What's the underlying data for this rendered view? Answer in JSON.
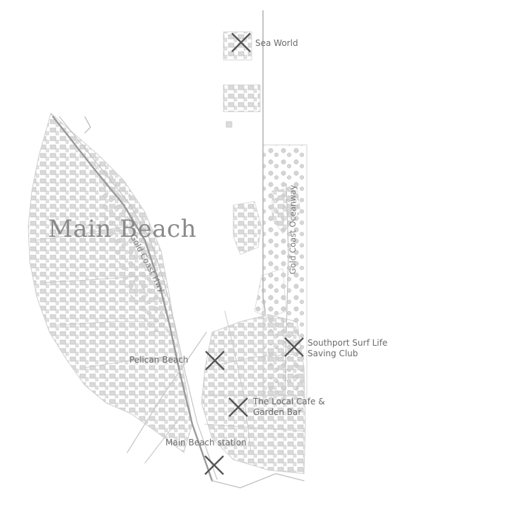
{
  "map": {
    "area_label": "Main Beach",
    "roads": [
      {
        "id": "gold-coast-hwy",
        "name": "Gold Coast Hwy"
      },
      {
        "id": "gold-coast-oceanway",
        "name": "Gold Coast Oceanway"
      }
    ],
    "places": [
      {
        "id": "sea-world",
        "lines": [
          "Sea World"
        ]
      },
      {
        "id": "southport-surf-life-saving-club",
        "lines": [
          "Southport Surf Life",
          "Saving Club"
        ]
      },
      {
        "id": "pelican-beach",
        "lines": [
          "Pelican Beach"
        ]
      },
      {
        "id": "the-local-cafe",
        "lines": [
          "The Local Cafe &",
          "Garden Bar"
        ]
      },
      {
        "id": "main-beach-station",
        "lines": [
          "Main Beach station"
        ]
      }
    ],
    "colors": {
      "land": "#e6e6e6",
      "building": "#d9d9d9",
      "building_stroke": "#bdbdbd",
      "tree": "#d0d0d0",
      "road": "#cfcfcf",
      "marker": "#555555"
    }
  }
}
